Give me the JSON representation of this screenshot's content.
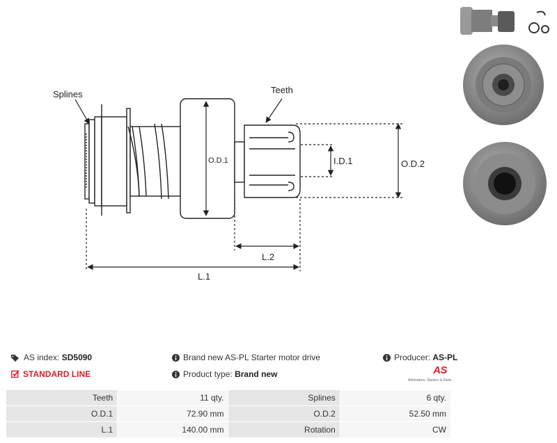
{
  "drawing": {
    "labels": {
      "splines": "Splines",
      "teeth": "Teeth",
      "od1": "O.D.1",
      "od2": "O.D.2",
      "id1": "I.D.1",
      "l1": "L.1",
      "l2": "L.2"
    }
  },
  "photos": [
    "side-view-photo",
    "gear-end-photo",
    "spline-end-photo"
  ],
  "info": {
    "as_index_label": "AS index:",
    "as_index_value": "SD5090",
    "line_label": "STANDARD LINE",
    "description": "Brand new AS-PL Starter motor drive",
    "product_type_label": "Product type:",
    "product_type_value": "Brand new",
    "producer_label": "Producer:",
    "producer_value": "AS-PL"
  },
  "brand": {
    "logo": "AS",
    "tagline": "Alternators, Starters & Parts"
  },
  "specs": [
    {
      "k1": "Teeth",
      "v1": "11 qty.",
      "k2": "Splines",
      "v2": "6 qty."
    },
    {
      "k1": "O.D.1",
      "v1": "72.90 mm",
      "k2": "O.D.2",
      "v2": "52.50 mm"
    },
    {
      "k1": "L.1",
      "v1": "140.00 mm",
      "k2": "Rotation",
      "v2": "CW"
    }
  ],
  "colors": {
    "accent": "#d8202a",
    "metal": "#8a8a8a",
    "line": "#222222"
  }
}
